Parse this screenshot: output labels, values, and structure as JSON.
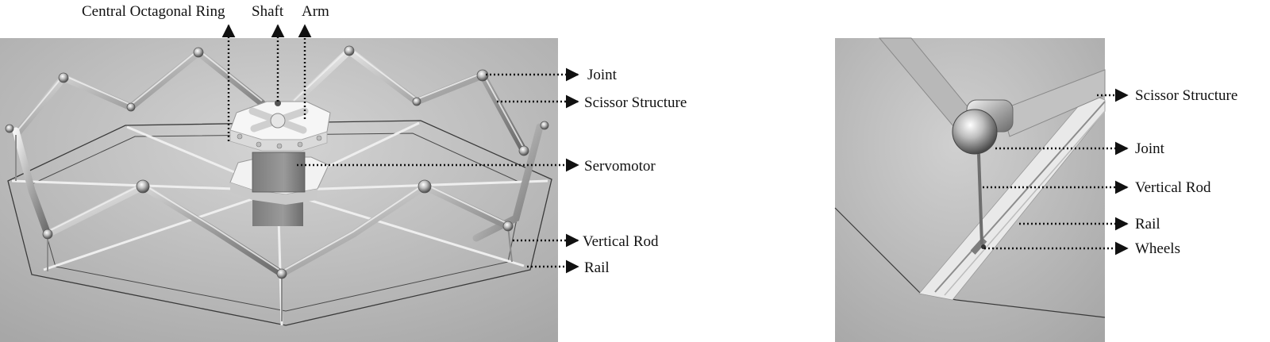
{
  "left_figure": {
    "top_labels": {
      "ring": "Central Octagonal Ring",
      "shaft": "Shaft",
      "arm": "Arm"
    },
    "side_labels": {
      "joint": "Joint",
      "scissor": "Scissor Structure",
      "servomotor": "Servomotor",
      "vertical_rod": "Vertical Rod",
      "rail": "Rail"
    }
  },
  "right_figure": {
    "labels": {
      "scissor": "Scissor Structure",
      "joint": "Joint",
      "vertical_rod": "Vertical Rod",
      "rail": "Rail",
      "wheels": "Wheels"
    }
  }
}
